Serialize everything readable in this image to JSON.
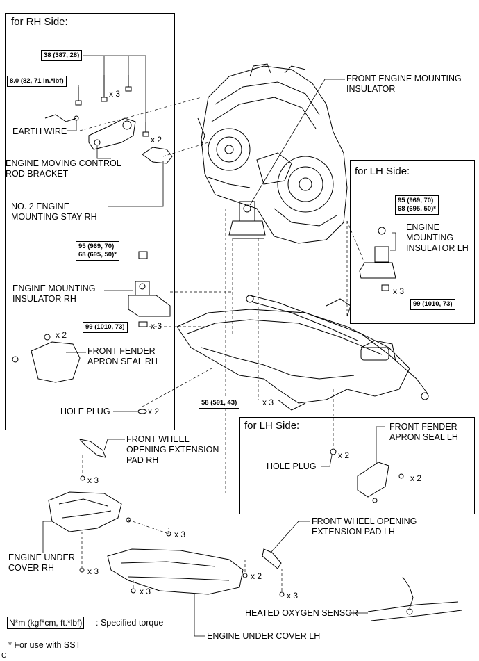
{
  "panels": {
    "rh": {
      "title": "for RH Side:"
    },
    "lh_mount": {
      "title": "for LH Side:"
    },
    "lh_seal": {
      "title": "for LH Side:"
    }
  },
  "torques": {
    "t38": "38 (387, 28)",
    "t8": "8.0 (82, 71 in.*lbf)",
    "t95_rh": "95 (969, 70)\n68 (695, 50)*",
    "t99_rh": "99 (1010, 73)",
    "t95_lh": "95 (969, 70)\n68 (695, 50)*",
    "t99_lh": "99 (1010, 73)",
    "t58": "58 (591, 43)"
  },
  "quantities": {
    "x3": "x 3",
    "x2": "x 2"
  },
  "labels": {
    "front_engine_mounting_insulator": "FRONT ENGINE MOUNTING\nINSULATOR",
    "earth_wire": "EARTH WIRE",
    "engine_moving_control_rod_bracket": "ENGINE MOVING CONTROL\nROD BRACKET",
    "no2_engine_mounting_stay_rh": "NO. 2 ENGINE\nMOUNTING STAY RH",
    "engine_mounting_insulator_rh": "ENGINE MOUNTING\nINSULATOR RH",
    "front_fender_apron_seal_rh": "FRONT FENDER\nAPRON SEAL RH",
    "hole_plug_rh": "HOLE PLUG",
    "engine_mounting_insulator_lh": "ENGINE\nMOUNTING\nINSULATOR LH",
    "front_fender_apron_seal_lh": "FRONT FENDER\nAPRON SEAL LH",
    "hole_plug_lh": "HOLE PLUG",
    "front_wheel_opening_extension_pad_rh": "FRONT WHEEL\nOPENING EXTENSION\nPAD RH",
    "front_wheel_opening_extension_pad_lh": "FRONT WHEEL OPENING\nEXTENSION PAD LH",
    "engine_under_cover_rh": "ENGINE UNDER\nCOVER RH",
    "engine_under_cover_lh": "ENGINE UNDER COVER LH",
    "heated_oxygen_sensor": "HEATED OXYGEN SENSOR"
  },
  "legend": {
    "unit_box": "N*m (kgf*cm, ft.*lbf)",
    "unit_text": ": Specified torque",
    "note": "* For use with SST",
    "corner_mark": "C"
  }
}
